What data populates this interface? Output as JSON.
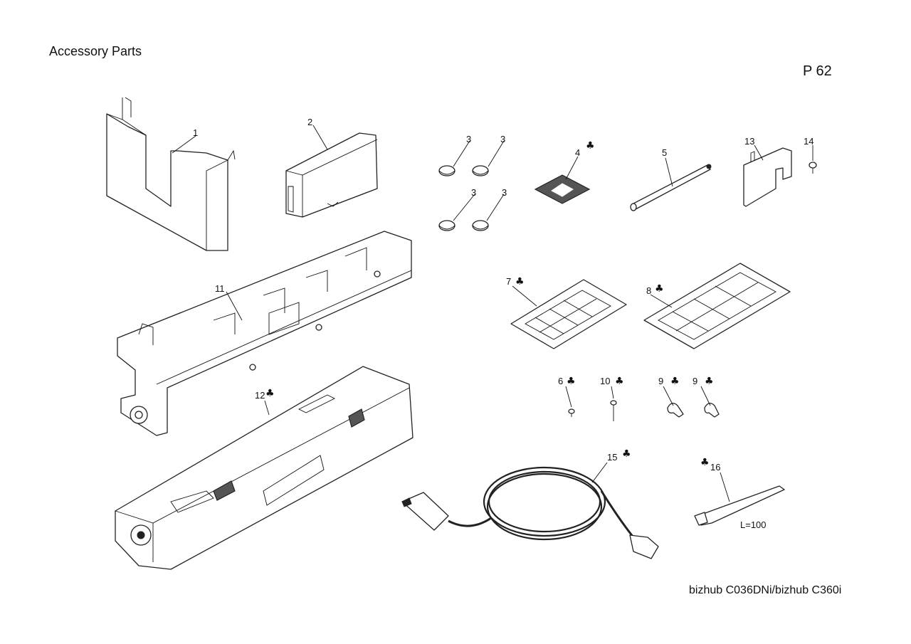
{
  "header": {
    "title": "Accessory Parts",
    "page_code": "P 62"
  },
  "footer": {
    "model": "bizhub C036DNi/bizhub C360i"
  },
  "symbols": {
    "club": "♣"
  },
  "callouts": [
    {
      "id": "c1",
      "label": "1",
      "club": false
    },
    {
      "id": "c2",
      "label": "2",
      "club": false
    },
    {
      "id": "c3a",
      "label": "3",
      "club": false
    },
    {
      "id": "c3b",
      "label": "3",
      "club": false
    },
    {
      "id": "c3c",
      "label": "3",
      "club": false
    },
    {
      "id": "c3d",
      "label": "3",
      "club": false
    },
    {
      "id": "c4",
      "label": "4",
      "club": true
    },
    {
      "id": "c5",
      "label": "5",
      "club": false
    },
    {
      "id": "c13",
      "label": "13",
      "club": false
    },
    {
      "id": "c14",
      "label": "14",
      "club": false
    },
    {
      "id": "c11",
      "label": "11",
      "club": false
    },
    {
      "id": "c7",
      "label": "7",
      "club": true
    },
    {
      "id": "c8",
      "label": "8",
      "club": true
    },
    {
      "id": "c12",
      "label": "12",
      "club": true
    },
    {
      "id": "c6",
      "label": "6",
      "club": true
    },
    {
      "id": "c10",
      "label": "10",
      "club": true
    },
    {
      "id": "c9a",
      "label": "9",
      "club": true
    },
    {
      "id": "c9b",
      "label": "9",
      "club": true
    },
    {
      "id": "c15",
      "label": "15",
      "club": true
    },
    {
      "id": "c16",
      "label": "16",
      "club": true
    }
  ],
  "annotations": {
    "cable_tie_length": "L=100"
  }
}
